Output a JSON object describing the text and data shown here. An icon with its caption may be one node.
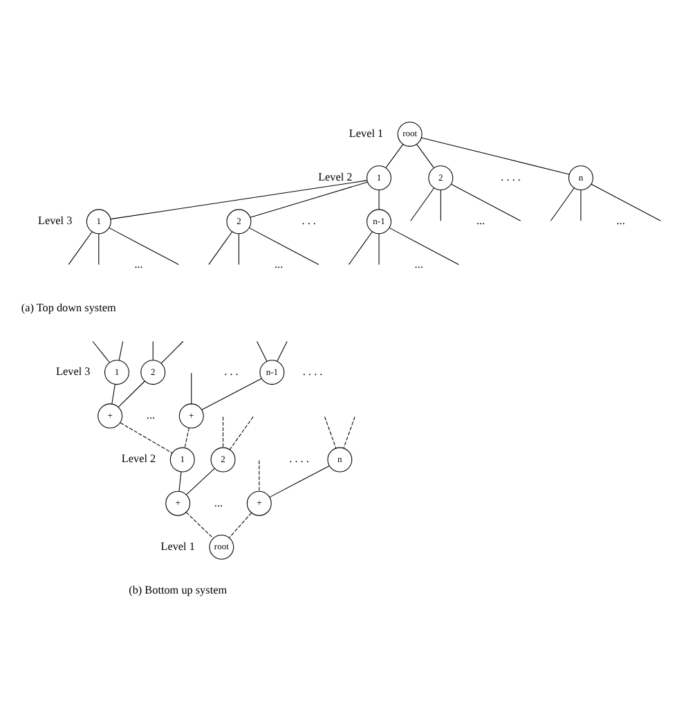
{
  "diagram": {
    "nodes": [
      {
        "text": [
          "root"
        ]
      },
      {
        "text": [
          "1"
        ]
      },
      {
        "text": [
          "2"
        ]
      },
      {
        "text": [
          "n"
        ]
      },
      {
        "text": [
          "1"
        ]
      },
      {
        "text": [
          "2"
        ]
      },
      {
        "text": [
          "n-1"
        ]
      },
      {
        "text": [
          "1"
        ]
      },
      {
        "text": [
          "2"
        ]
      },
      {
        "text": [
          "n-1"
        ]
      },
      {
        "text": [
          "+"
        ]
      },
      {
        "text": [
          "+"
        ]
      },
      {
        "text": [
          "1"
        ]
      },
      {
        "text": [
          "2"
        ]
      },
      {
        "text": [
          "n"
        ]
      },
      {
        "text": [
          "+"
        ]
      },
      {
        "text": [
          "+"
        ]
      },
      {
        "text": [
          "root"
        ]
      }
    ],
    "edges": [
      {
        "from": 0,
        "to": 1,
        "arrow": "none"
      },
      {
        "from": 0,
        "to": 2,
        "arrow": "none"
      },
      {
        "from": 0,
        "to": 3,
        "arrow": "none"
      },
      {
        "from": 1,
        "to": 4,
        "arrow": "none"
      },
      {
        "from": 1,
        "to": 5,
        "arrow": "none"
      },
      {
        "from": 1,
        "to": 6,
        "arrow": "none"
      },
      {
        "from": 2,
        "to": null,
        "arrow": "none"
      },
      {
        "from": 2,
        "to": null,
        "arrow": "none"
      },
      {
        "from": 2,
        "to": null,
        "arrow": "none"
      },
      {
        "from": 3,
        "to": null,
        "arrow": "none"
      },
      {
        "from": 3,
        "to": null,
        "arrow": "none"
      },
      {
        "from": 3,
        "to": null,
        "arrow": "none"
      },
      {
        "from": 4,
        "to": null,
        "arrow": "none"
      },
      {
        "from": 4,
        "to": null,
        "arrow": "none"
      },
      {
        "from": 4,
        "to": null,
        "arrow": "none"
      },
      {
        "from": 5,
        "to": null,
        "arrow": "none"
      },
      {
        "from": 5,
        "to": null,
        "arrow": "none"
      },
      {
        "from": 5,
        "to": null,
        "arrow": "none"
      },
      {
        "from": 6,
        "to": null,
        "arrow": "none"
      },
      {
        "from": 6,
        "to": null,
        "arrow": "none"
      },
      {
        "from": 6,
        "to": null,
        "arrow": "none"
      },
      {
        "from": null,
        "to": 7,
        "arrow": "none"
      },
      {
        "from": null,
        "to": 7,
        "arrow": "none"
      },
      {
        "from": null,
        "to": 8,
        "arrow": "none"
      },
      {
        "from": null,
        "to": 8,
        "arrow": "none"
      },
      {
        "from": null,
        "to": 9,
        "arrow": "none"
      },
      {
        "from": null,
        "to": 9,
        "arrow": "none"
      },
      {
        "from": 7,
        "to": 10,
        "arrow": "none"
      },
      {
        "from": 8,
        "to": 10,
        "arrow": "none"
      },
      {
        "from": null,
        "to": 11,
        "arrow": "none"
      },
      {
        "from": 9,
        "to": 11,
        "arrow": "none"
      },
      {
        "from": 10,
        "to": 12,
        "arrow": "none",
        "style": "dashed"
      },
      {
        "from": 11,
        "to": 12,
        "arrow": "none",
        "style": "dashed"
      },
      {
        "from": null,
        "to": 13,
        "arrow": "none",
        "style": "dashed"
      },
      {
        "from": null,
        "to": 13,
        "arrow": "none",
        "style": "dashed"
      },
      {
        "from": null,
        "to": 14,
        "arrow": "none",
        "style": "dashed"
      },
      {
        "from": null,
        "to": 14,
        "arrow": "none",
        "style": "dashed"
      },
      {
        "from": 12,
        "to": 15,
        "arrow": "none"
      },
      {
        "from": 13,
        "to": 15,
        "arrow": "none"
      },
      {
        "from": null,
        "to": 16,
        "arrow": "none",
        "style": "dashed"
      },
      {
        "from": 14,
        "to": 16,
        "arrow": "none"
      },
      {
        "from": 15,
        "to": 17,
        "arrow": "none",
        "style": "dashed"
      },
      {
        "from": 16,
        "to": 17,
        "arrow": "none",
        "style": "dashed"
      }
    ],
    "labels": [
      "Level 1",
      "Level 2",
      ". . . .",
      "...",
      "...",
      "Level 3",
      ". . .",
      "...",
      "...",
      "...",
      "(a) Top down system",
      "Level 3",
      ". . .",
      ". . . .",
      "...",
      "Level 2",
      ". . . .",
      "...",
      "Level 1",
      "(b) Bottom up system"
    ]
  }
}
